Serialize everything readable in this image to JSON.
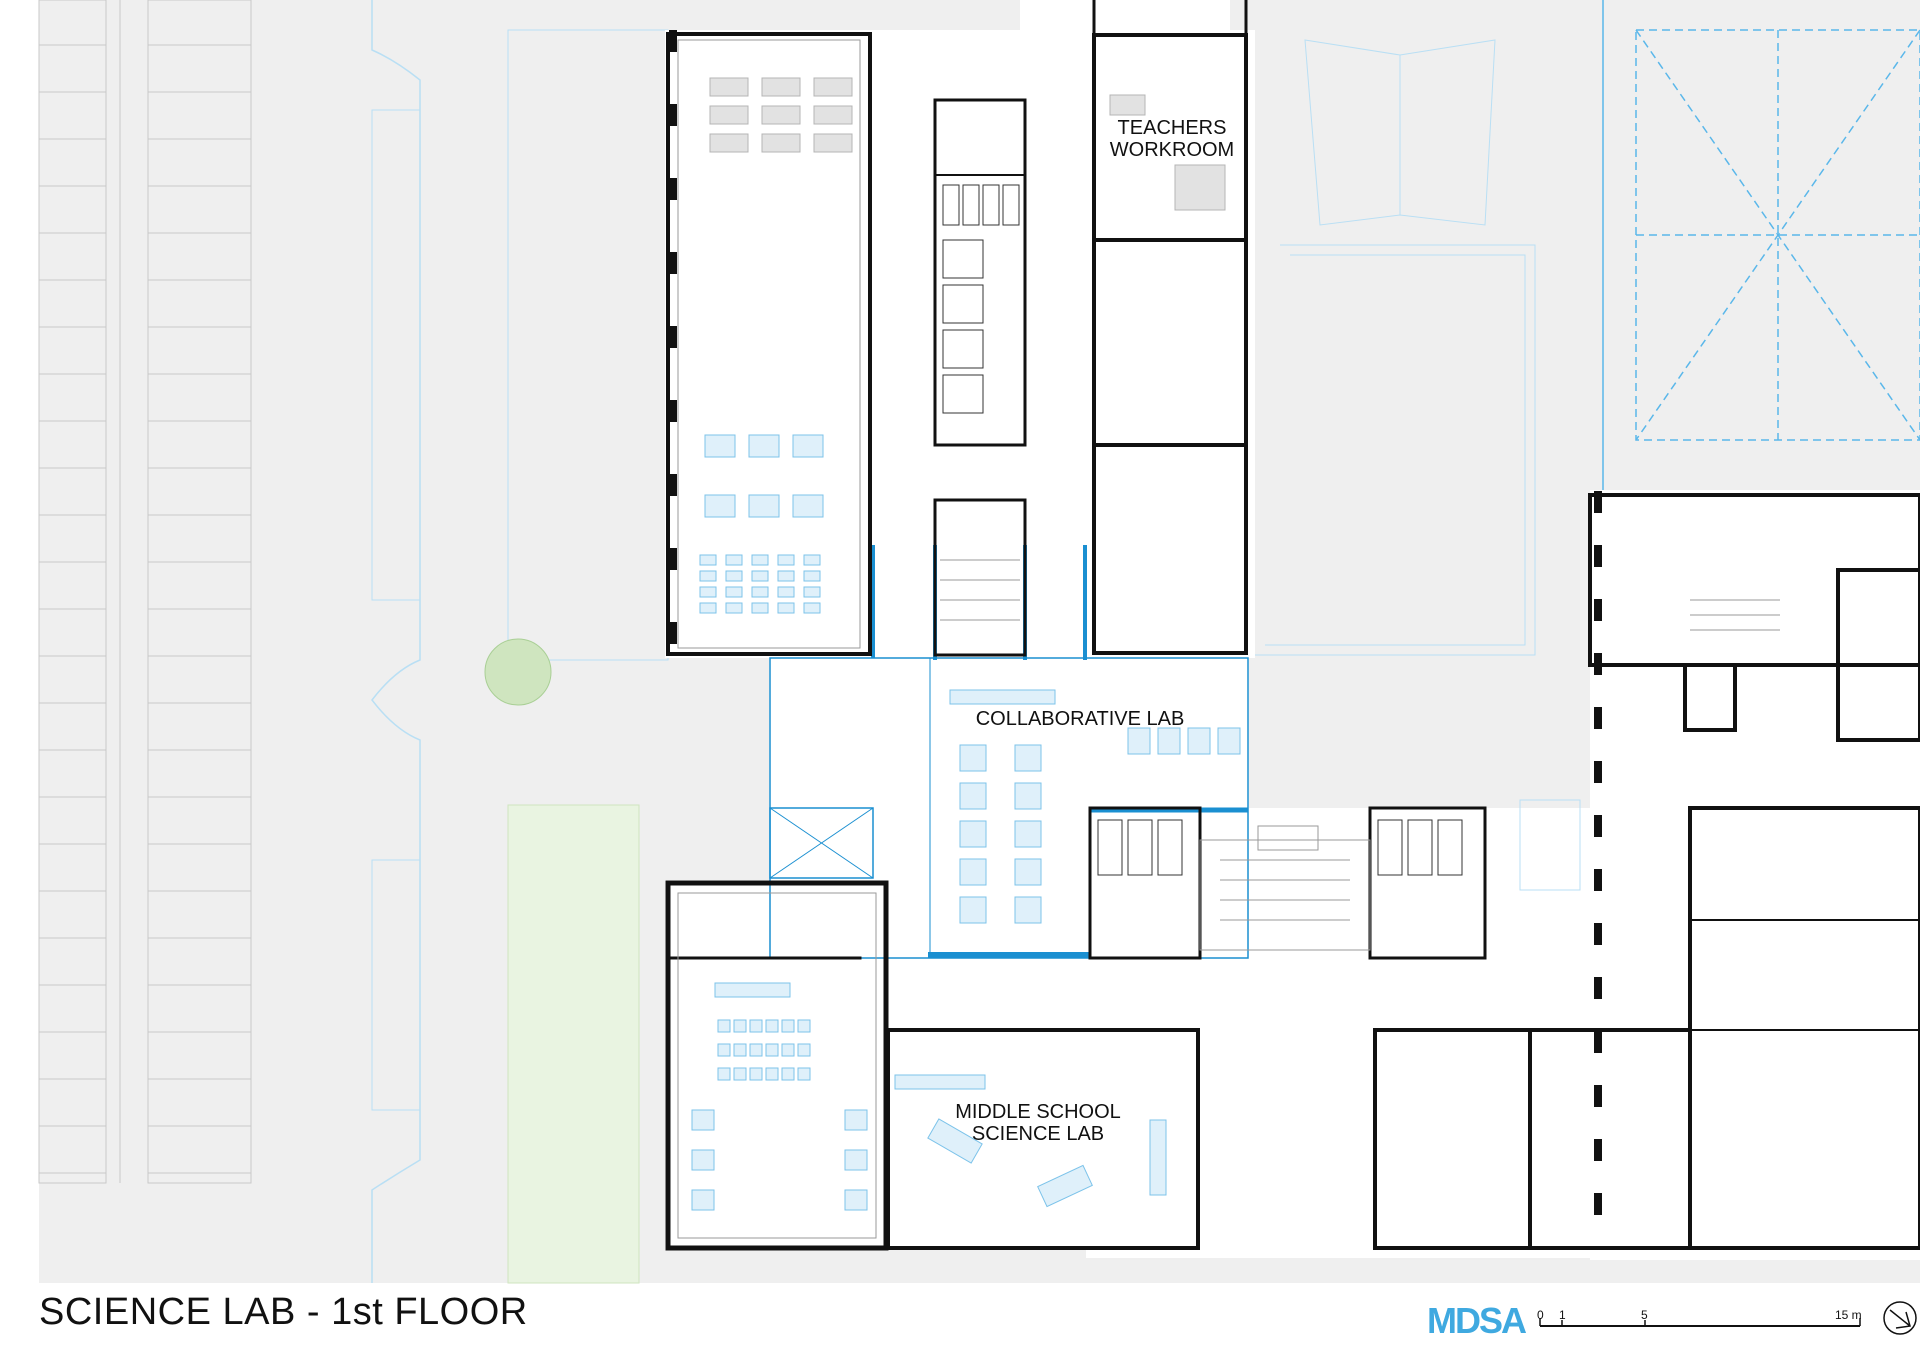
{
  "drawing": {
    "title": "SCIENCE LAB - 1st FLOOR",
    "logo_text": "MDSA",
    "rooms": {
      "teachers_workroom": [
        "TEACHERS",
        "WORKROOM"
      ],
      "collaborative_lab": "COLLABORATIVE LAB",
      "middle_school_science_lab": [
        "MIDDLE SCHOOL",
        "SCIENCE LAB"
      ]
    },
    "scale_bar": {
      "labels": [
        "0",
        "1",
        "5",
        "15 m"
      ]
    }
  },
  "colors": {
    "ground": "#eeeeee",
    "wall": "#111111",
    "highlight_blue": "#1a8fd1",
    "furniture_blue": "#7cc3ea",
    "tree_green": "#cfe5bf",
    "lawn_green": "#e9f4e1"
  },
  "icons": {
    "north_arrow": "compass-icon"
  }
}
